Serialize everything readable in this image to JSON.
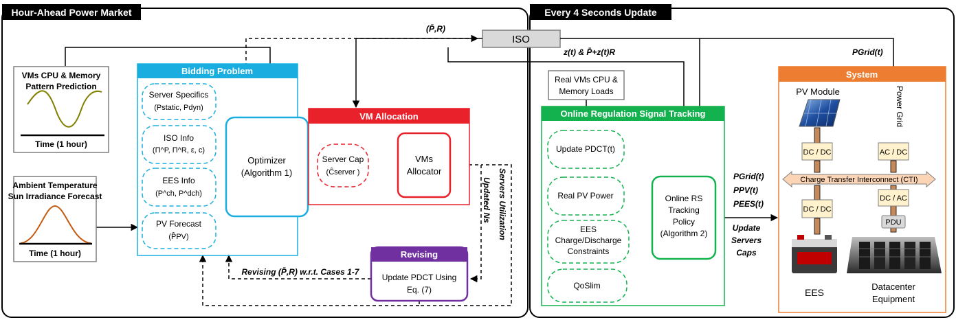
{
  "sections": {
    "left_title": "Hour-Ahead Power Market",
    "right_title": "Every 4 Seconds Update"
  },
  "iso": {
    "label": "ISO"
  },
  "labels": {
    "p_bar_r": "(P̄,R)",
    "z_label": "z(t) & P̄+z(t)R",
    "p_grid": "PGrid(t)",
    "n_s": "Ns",
    "servers_utilization": "Servers Utilization",
    "updated_ns": "Updated Ns",
    "revising_arrow": "Revising (P̄,R) w.r.t. Cases 1-7",
    "pgrid_out": "PGrid(t)",
    "ppv_out": "PPV(t)",
    "pees_out": "PEES(t)",
    "update_caps": [
      "Update",
      "Servers",
      "Caps"
    ]
  },
  "vm_prediction": {
    "title": [
      "VMs CPU & Memory",
      "Pattern Prediction"
    ],
    "axis": "Time (1 hour)"
  },
  "forecast": {
    "title": [
      "Ambient Temperature",
      "Sun Irradiance Forecast"
    ],
    "axis": "Time (1 hour)"
  },
  "bidding": {
    "header": "Bidding Problem",
    "server_specifics": [
      "Server Specifics",
      "(Pstatic, Pdyn)"
    ],
    "iso_info": [
      "ISO Info",
      "(Π^P, Π^R, ε, c)"
    ],
    "ees_info": [
      "EES Info",
      "(P^ch, P^dch)"
    ],
    "pv_forecast": [
      "PV Forecast",
      "(P̂PV)"
    ],
    "optimizer": [
      "Optimizer",
      "(Algorithm 1)"
    ]
  },
  "vm_allocation": {
    "header": "VM Allocation",
    "server_cap": [
      "Server Cap",
      "(Ĉserver )"
    ],
    "allocator": [
      "VMs",
      "Allocator"
    ]
  },
  "revising": {
    "header": "Revising",
    "body": [
      "Update PDCT Using",
      "Eq. (7)"
    ]
  },
  "real_loads": [
    "Real VMs CPU &",
    "Memory Loads"
  ],
  "online": {
    "header": "Online Regulation Signal Tracking",
    "update_pdct": "Update PDCT(t)",
    "real_pv": "Real PV Power",
    "ees_constraints": [
      "EES",
      "Charge/Discharge",
      "Constraints"
    ],
    "qos": "QoSlim",
    "policy": [
      "Online RS",
      "Tracking",
      "Policy",
      "(Algorithm 2)"
    ]
  },
  "system": {
    "header": "System",
    "pv_module": "PV Module",
    "power_grid": "Power Grid",
    "dc_dc_top": "DC / DC",
    "ac_dc": "AC / DC",
    "cti": "Charge Transfer Interconnect (CTI)",
    "dc_dc_bottom": "DC / DC",
    "dc_ac": "DC / AC",
    "pdu": "PDU",
    "ees": "EES",
    "datacenter": [
      "Datacenter",
      "Equipment"
    ]
  },
  "colors": {
    "bidding": "#1aaee0",
    "vm_alloc": "#e8212a",
    "online": "#13b24e",
    "revising": "#7030a0",
    "system": "#ed7d31",
    "converter_fill": "#fff2cc",
    "cti_fill": "#fbd5b5"
  }
}
